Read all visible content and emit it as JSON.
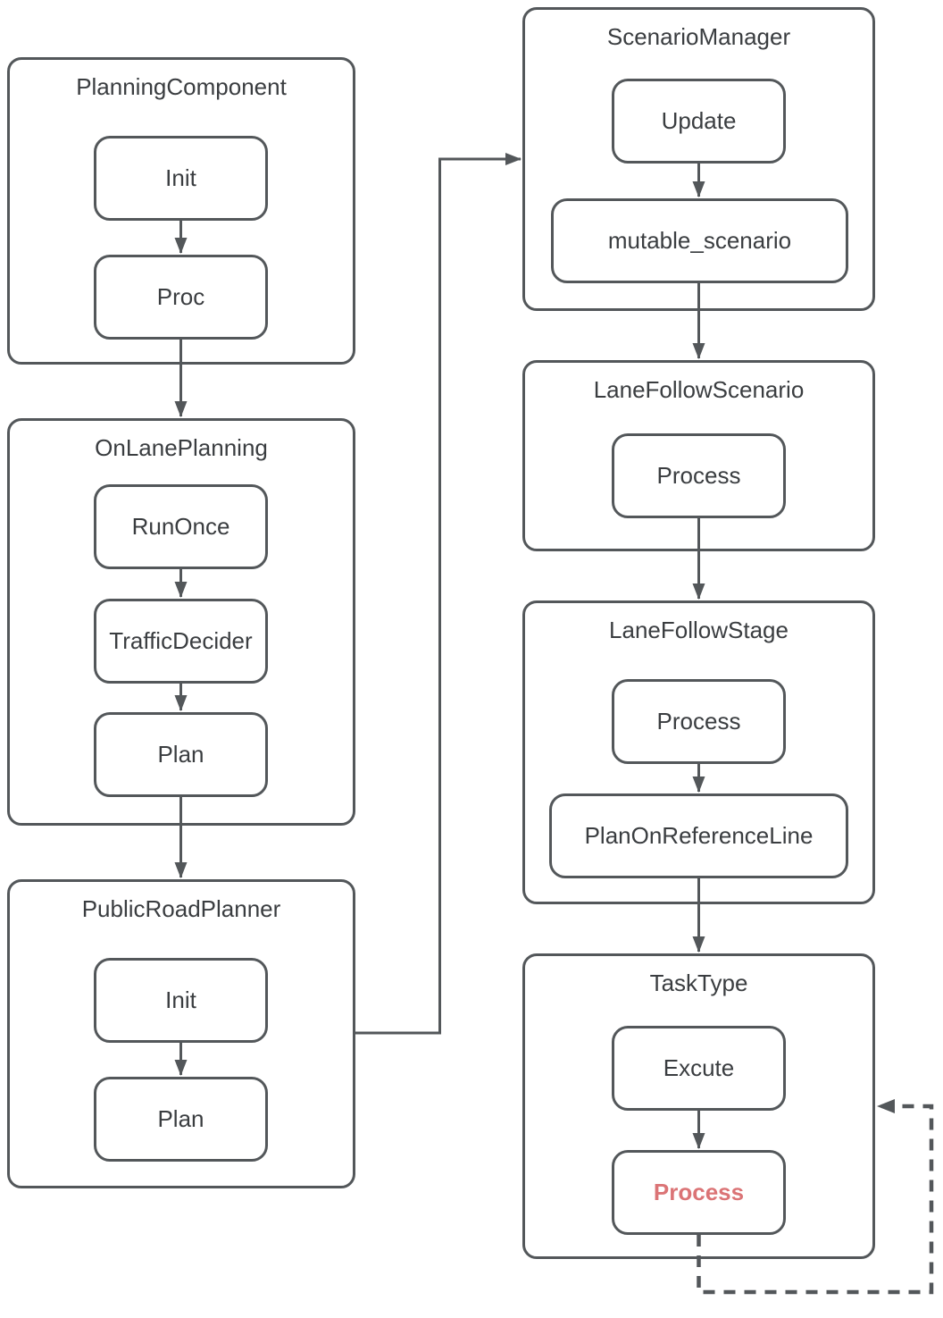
{
  "colors": {
    "line": "#53575a",
    "text": "#3a3d40",
    "highlight_text": "#db7476",
    "background": "#ffffff"
  },
  "groups": [
    {
      "title": "PlanningComponent",
      "nodes": [
        {
          "label": "Init"
        },
        {
          "label": "Proc"
        }
      ]
    },
    {
      "title": "OnLanePlanning",
      "nodes": [
        {
          "label": "RunOnce"
        },
        {
          "label": "TrafficDecider"
        },
        {
          "label": "Plan"
        }
      ]
    },
    {
      "title": "PublicRoadPlanner",
      "nodes": [
        {
          "label": "Init"
        },
        {
          "label": "Plan"
        }
      ]
    },
    {
      "title": "ScenarioManager",
      "nodes": [
        {
          "label": "Update"
        },
        {
          "label": "mutable_scenario"
        }
      ]
    },
    {
      "title": "LaneFollowScenario",
      "nodes": [
        {
          "label": "Process"
        }
      ]
    },
    {
      "title": "LaneFollowStage",
      "nodes": [
        {
          "label": "Process"
        },
        {
          "label": "PlanOnReferenceLine"
        }
      ]
    },
    {
      "title": "TaskType",
      "nodes": [
        {
          "label": "Excute"
        },
        {
          "label": "Process",
          "highlight": true
        }
      ]
    }
  ],
  "edges": [
    {
      "from": "PlanningComponent.Init",
      "to": "PlanningComponent.Proc",
      "style": "solid"
    },
    {
      "from": "PlanningComponent.Proc",
      "to": "OnLanePlanning",
      "style": "solid"
    },
    {
      "from": "OnLanePlanning.RunOnce",
      "to": "OnLanePlanning.TrafficDecider",
      "style": "solid"
    },
    {
      "from": "OnLanePlanning.TrafficDecider",
      "to": "OnLanePlanning.Plan",
      "style": "solid"
    },
    {
      "from": "OnLanePlanning.Plan",
      "to": "PublicRoadPlanner",
      "style": "solid"
    },
    {
      "from": "PublicRoadPlanner.Init",
      "to": "PublicRoadPlanner.Plan",
      "style": "solid"
    },
    {
      "from": "PublicRoadPlanner",
      "to": "ScenarioManager",
      "style": "solid"
    },
    {
      "from": "ScenarioManager.Update",
      "to": "ScenarioManager.mutable_scenario",
      "style": "solid"
    },
    {
      "from": "ScenarioManager.mutable_scenario",
      "to": "LaneFollowScenario",
      "style": "solid"
    },
    {
      "from": "LaneFollowScenario.Process",
      "to": "LaneFollowStage",
      "style": "solid"
    },
    {
      "from": "LaneFollowStage.Process",
      "to": "LaneFollowStage.PlanOnReferenceLine",
      "style": "solid"
    },
    {
      "from": "LaneFollowStage.PlanOnReferenceLine",
      "to": "TaskType",
      "style": "solid"
    },
    {
      "from": "TaskType.Excute",
      "to": "TaskType.Process",
      "style": "solid"
    },
    {
      "from": "TaskType.Process",
      "to": "TaskType",
      "style": "dashed"
    }
  ]
}
